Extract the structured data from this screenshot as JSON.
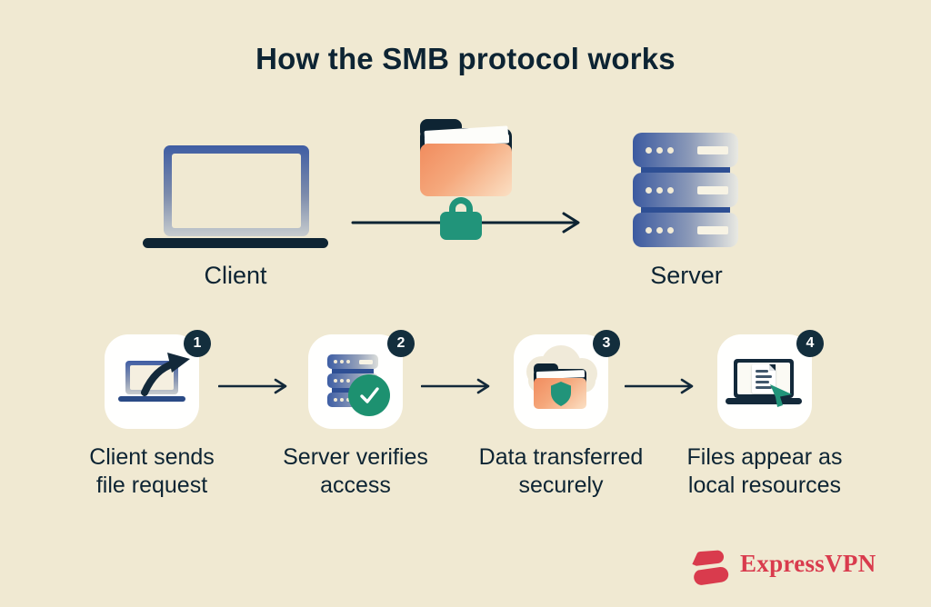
{
  "title": "How the SMB protocol works",
  "top_diagram": {
    "client_label": "Client",
    "server_label": "Server",
    "icons": [
      "laptop-icon",
      "folder-icon",
      "lock-icon",
      "server-icon",
      "arrow-right-icon"
    ]
  },
  "steps": [
    {
      "number": "1",
      "lines": [
        "Client sends",
        "file request"
      ],
      "icon": "laptop-send-request-icon"
    },
    {
      "number": "2",
      "lines": [
        "Server verifies",
        "access"
      ],
      "icon": "server-verified-check-icon"
    },
    {
      "number": "3",
      "lines": [
        "Data transferred",
        "securely"
      ],
      "icon": "cloud-folder-shield-icon"
    },
    {
      "number": "4",
      "lines": [
        "Files appear as",
        "local resources"
      ],
      "icon": "laptop-local-file-icon"
    }
  ],
  "footer": {
    "brand": "ExpressVPN"
  },
  "colors": {
    "background": "#f0e9d2",
    "navy": "#0d2433",
    "badge_navy": "#132e3d",
    "blue": "#3f5da3",
    "blue_dark": "#2e4f94",
    "orange": "#f18c5e",
    "orange_light": "#fbe0c4",
    "green": "#21947a",
    "green_check": "#1d9170",
    "card_white": "#fffffe",
    "cloud": "#f0ead9",
    "brand_red": "#d93b4d"
  }
}
